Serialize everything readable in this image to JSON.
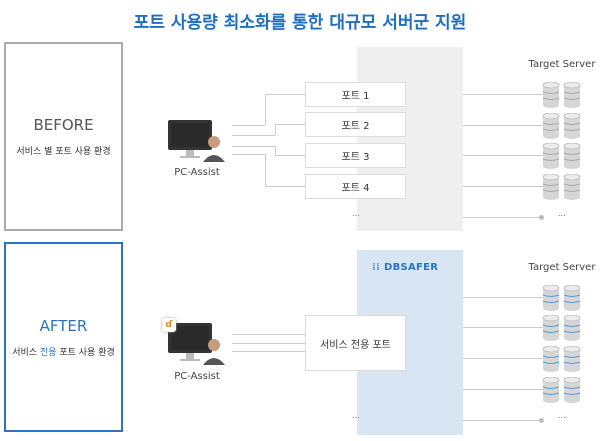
{
  "title": "포트 사용량 최소화를 통한 대규모 서버군 지원",
  "before": {
    "heading": "BEFORE",
    "subtitle": "서비스 별 포트 사용 환경",
    "client_label": "PC-Assist",
    "ports": [
      "포트 1",
      "포트 2",
      "포트 3",
      "포트 4"
    ],
    "ellipsis": "...",
    "target_label": "Target Server",
    "server_ellipsis": "..."
  },
  "after": {
    "heading": "AFTER",
    "subtitle_pre": "서비스 ",
    "subtitle_highlight": "전용",
    "subtitle_post": " 포트 사용 환경",
    "client_label": "PC-Assist",
    "logo": "DBSAFER",
    "port": "서비스 전용 포트",
    "ellipsis": "...",
    "target_label": "Target Server",
    "server_ellipsis": "..."
  },
  "colors": {
    "accent": "#2a74c0",
    "title": "#1f6fc0",
    "gray_zone": "#efefef",
    "blue_zone": "#d8e6f3"
  }
}
